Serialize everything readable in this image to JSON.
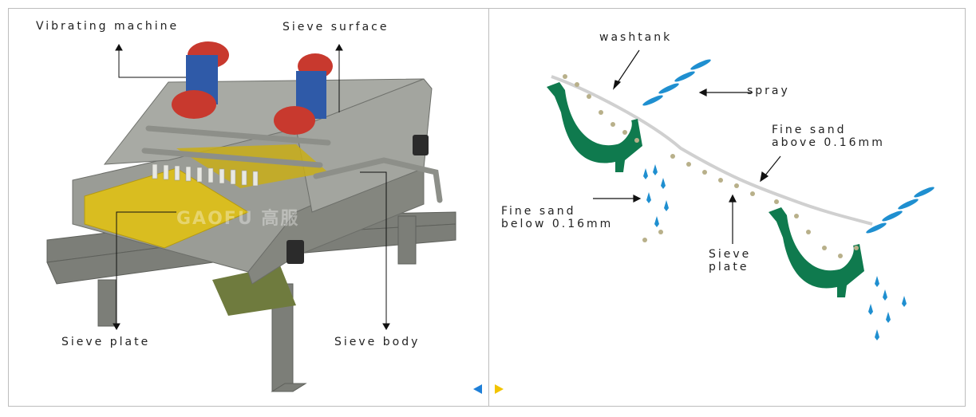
{
  "left_panel": {
    "labels": {
      "vibrating_machine": "Vibrating machine",
      "sieve_surface": "Sieve surface",
      "sieve_plate": "Sieve plate",
      "sieve_body": "Sieve body"
    },
    "watermark": "GAOFU 高服"
  },
  "right_panel": {
    "labels": {
      "washtank": "washtank",
      "spray": "spray",
      "fine_sand_above": "Fine sand\nabove 0.16mm",
      "fine_sand_below": "Fine sand\nbelow 0.16mm",
      "sieve_plate": "Sieve\nplate"
    }
  },
  "colors": {
    "machine_grey": "#8a8c86",
    "motor_red": "#c8392e",
    "motor_blue": "#2f5aa8",
    "mesh_yellow": "#e0c21a",
    "tank_green": "#0f7a4e",
    "water_blue": "#1f8fd0",
    "nav_prev": "#1e7fd8",
    "nav_next": "#f2c400"
  },
  "nav": {
    "prev_icon": "triangle-left-icon",
    "next_icon": "triangle-right-icon"
  }
}
